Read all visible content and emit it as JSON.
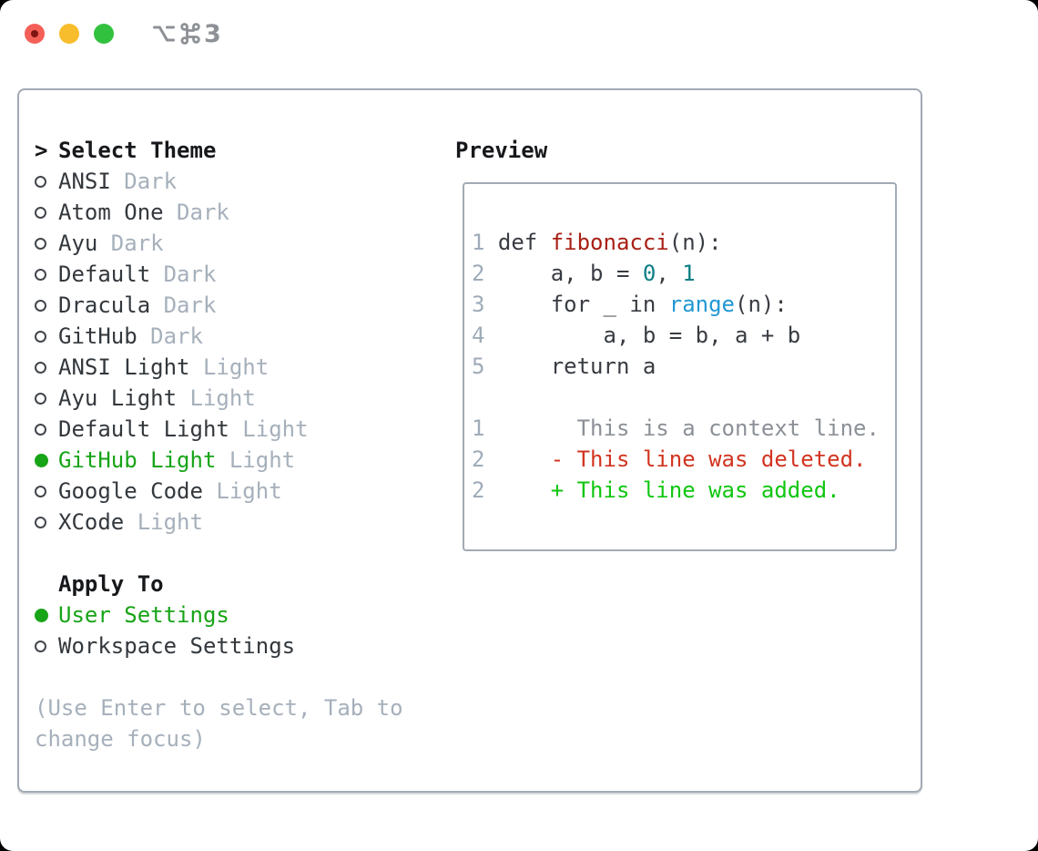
{
  "window": {
    "shortcut": "⌥⌘3",
    "shortcut_number": "3"
  },
  "theme_panel": {
    "prompt": ">",
    "title": "Select Theme",
    "items": [
      {
        "name": "ANSI",
        "variant": "Dark",
        "selected": false
      },
      {
        "name": "Atom One",
        "variant": "Dark",
        "selected": false
      },
      {
        "name": "Ayu",
        "variant": "Dark",
        "selected": false
      },
      {
        "name": "Default",
        "variant": "Dark",
        "selected": false
      },
      {
        "name": "Dracula",
        "variant": "Dark",
        "selected": false
      },
      {
        "name": "GitHub",
        "variant": "Dark",
        "selected": false
      },
      {
        "name": "ANSI Light",
        "variant": "Light",
        "selected": false
      },
      {
        "name": "Ayu Light",
        "variant": "Light",
        "selected": false
      },
      {
        "name": "Default Light",
        "variant": "Light",
        "selected": false
      },
      {
        "name": "GitHub Light",
        "variant": "Light",
        "selected": true
      },
      {
        "name": "Google Code",
        "variant": "Light",
        "selected": false
      },
      {
        "name": "XCode",
        "variant": "Light",
        "selected": false
      }
    ],
    "apply_to": {
      "title": "Apply To",
      "options": [
        {
          "label": "User Settings",
          "selected": true
        },
        {
          "label": "Workspace Settings",
          "selected": false
        }
      ]
    },
    "hint": "(Use Enter to select, Tab to change focus)"
  },
  "preview": {
    "title": "Preview",
    "lines": [
      {
        "tokens": [
          {
            "t": "1 ",
            "c": "ln"
          },
          {
            "t": "def ",
            "c": "fg"
          },
          {
            "t": "fibonacci",
            "c": "func"
          },
          {
            "t": "(n):",
            "c": "fg"
          }
        ]
      },
      {
        "tokens": [
          {
            "t": "2 ",
            "c": "ln"
          },
          {
            "t": "    a, b = ",
            "c": "fg"
          },
          {
            "t": "0",
            "c": "num"
          },
          {
            "t": ", ",
            "c": "fg"
          },
          {
            "t": "1",
            "c": "num"
          }
        ]
      },
      {
        "tokens": [
          {
            "t": "3 ",
            "c": "ln"
          },
          {
            "t": "    for _ in ",
            "c": "fg"
          },
          {
            "t": "range",
            "c": "builtin"
          },
          {
            "t": "(n):",
            "c": "fg"
          }
        ]
      },
      {
        "tokens": [
          {
            "t": "4 ",
            "c": "ln"
          },
          {
            "t": "        a, b = b, a + b",
            "c": "fg"
          }
        ]
      },
      {
        "tokens": [
          {
            "t": "5 ",
            "c": "ln"
          },
          {
            "t": "    return a",
            "c": "fg"
          }
        ]
      },
      {
        "tokens": []
      },
      {
        "tokens": [
          {
            "t": "1 ",
            "c": "ln"
          },
          {
            "t": "      This is a context line.",
            "c": "ctx"
          }
        ]
      },
      {
        "tokens": [
          {
            "t": "2 ",
            "c": "ln"
          },
          {
            "t": "    - This line was deleted.",
            "c": "del"
          }
        ]
      },
      {
        "tokens": [
          {
            "t": "2 ",
            "c": "ln"
          },
          {
            "t": "    + This line was added.",
            "c": "add"
          }
        ]
      }
    ]
  },
  "colors": {
    "accent_green": "#17a417",
    "added_green": "#10c610",
    "deleted_red": "#d23420",
    "func_red": "#a81f14",
    "number_teal": "#0b7e85",
    "builtin_blue": "#2298d4",
    "code_fg": "#383c42",
    "line_number": "#9fabb9",
    "context_gray": "#8b9097",
    "muted": "#a6b0bb",
    "border": "#a2aab4",
    "header_fg": "#16181b",
    "item_fg": "#33383d",
    "traffic_red": "#f45f58",
    "traffic_red_dot": "#7e1511",
    "traffic_yellow": "#f8bd2d",
    "traffic_green": "#31c13e",
    "shortcut_gray": "#8d9196"
  }
}
